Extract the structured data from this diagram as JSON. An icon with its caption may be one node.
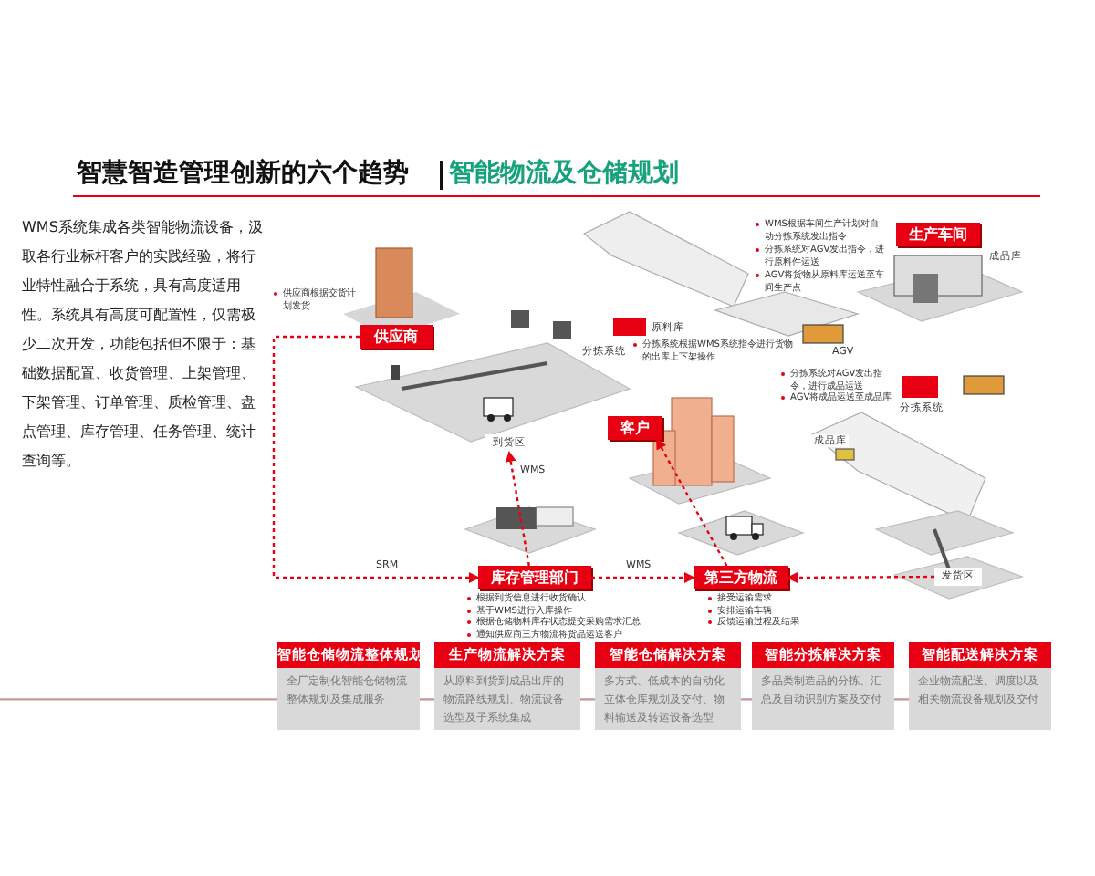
{
  "diagram": {
    "title": "智慧智造管理创新的六个趋势",
    "nodes": [
      {
        "text": [
          "供应商"
        ],
        "beside": [
          "供应商根据交货计划发货"
        ]
      },
      {
        "text": [
          "到货区"
        ]
      },
      {
        "text": [
          "客户"
        ]
      },
      {
        "text": [
          "生产车间"
        ]
      },
      {
        "text": [
          "库存管理部门"
        ],
        "beside": [
          "根据到货信息进行收货确认",
          "基于WMS进行入库操作",
          "根据仓储物料库存状态提交采购需求汇总",
          "通知供应商三方物流将货品运送客户"
        ]
      },
      {
        "text": [
          "第三方物流"
        ],
        "beside": [
          "接受运输需求",
          "安排运输车辆",
          "反馈运输过程及结果"
        ]
      },
      {
        "text": [
          "发货区"
        ]
      },
      {
        "text": [
          "智能仓储物流整体规划",
          "全厂定制化智能仓储物流整体规划及集成服务"
        ]
      },
      {
        "text": [
          "生产物流解决方案",
          "从原料到货到成品出库的物流路线规划、物流设备选型及子系统集成"
        ]
      },
      {
        "text": [
          "智能仓储解决方案",
          "多方式、低成本的自动化立体仓库规划及交付、物料输送及转运设备选型"
        ]
      },
      {
        "text": [
          "智能分拣解决方案",
          "多品类制造品的分拣、汇总及自动识别方案及交付"
        ]
      },
      {
        "text": [
          "智能配送解决方案",
          "企业物流配送、调度以及相关物流设备规划及交付"
        ]
      }
    ],
    "edges": [
      {
        "from": 4,
        "to": 1,
        "arrow": "to",
        "label": "WMS",
        "style": "dashed"
      },
      {
        "from": 0,
        "to": 4,
        "arrow": "to",
        "label": "SRM",
        "style": "dashed"
      },
      {
        "from": 4,
        "to": 5,
        "arrow": "to",
        "label": "WMS",
        "style": "dashed"
      },
      {
        "from": 5,
        "to": 2,
        "arrow": "to",
        "style": "dashed"
      },
      {
        "from": 6,
        "to": 5,
        "arrow": "to",
        "style": "dashed"
      },
      {
        "from": 7,
        "to": 8,
        "arrow": "none",
        "color": "#c49a9a"
      },
      {
        "from": 8,
        "to": 9,
        "arrow": "none",
        "color": "#c49a9a"
      },
      {
        "from": 9,
        "to": 10,
        "arrow": "none",
        "color": "#c49a9a"
      },
      {
        "from": 10,
        "to": 11,
        "arrow": "none",
        "color": "#c49a9a"
      },
      {
        "from": null,
        "to": 7,
        "arrow": "none",
        "color": "#c49a9a"
      }
    ],
    "labels": [
      "智能物流及仓储规划",
      "WMS系统集成各类智能物流设备，汲取各行业标杆客户的实践经验，将行业特性融合于系统，具有高度适用性。系统具有高度可配置性，仅需极少二次开发，功能包括但不限于：基础数据配置、收货管理、上架管理、下架管理、订单管理、质检管理、盘点管理、库存管理、任务管理、统计查询等。",
      "WMS根据车间生产计划对自动分拣系统发出指令",
      "分拣系统对AGV发出指令，进行原料件运送",
      "AGV将货物从原料库运送至车间生产点",
      "原料库",
      "成品库",
      "分拣系统",
      "分拣系统根据WMS系统指令进行货物的出库上下架操作",
      "AGV",
      "分拣系统对AGV发出指令，进行成品运送",
      "AGV将成品运送至成品库",
      "分拣系统",
      "成品库"
    ]
  }
}
